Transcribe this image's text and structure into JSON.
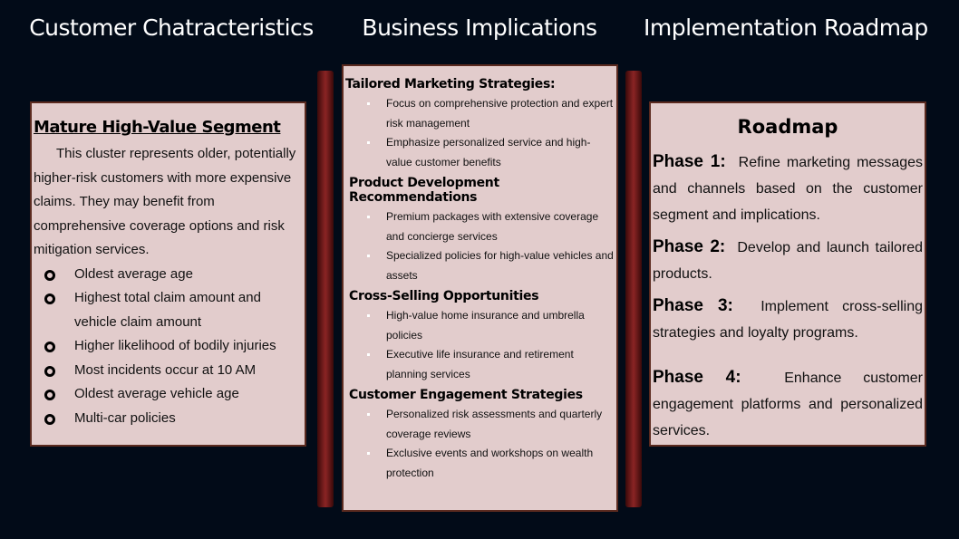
{
  "headings": {
    "col1": "Customer Chatracteristics",
    "col2": "Business Implications",
    "col3": "Implementation Roadmap"
  },
  "segment": {
    "title": "Mature High-Value Segment",
    "description": "This cluster represents older, potentially higher-risk customers with more expensive claims. They may benefit from comprehensive coverage options and risk mitigation services.",
    "bullets": [
      "Oldest average age",
      "Highest total claim amount and vehicle claim amount",
      "Higher likelihood of bodily injuries",
      "Most incidents occur at 10 AM",
      "Oldest average vehicle age",
      "Multi-car policies"
    ]
  },
  "implications": [
    {
      "heading": "Tailored Marketing Strategies:",
      "items": [
        "Focus on comprehensive protection and expert risk management",
        "Emphasize personalized service and high-value customer benefits"
      ]
    },
    {
      "heading": "Product Development Recommendations",
      "items": [
        "Premium packages with extensive coverage and concierge services",
        "Specialized policies for high-value vehicles and assets"
      ]
    },
    {
      "heading": "Cross-Selling Opportunities",
      "items": [
        "High-value home insurance and umbrella policies",
        "Executive life insurance and retirement planning services"
      ]
    },
    {
      "heading": "Customer Engagement Strategies",
      "items": [
        "Personalized risk assessments and quarterly coverage reviews",
        "Exclusive events and workshops on wealth protection"
      ]
    }
  ],
  "roadmap": {
    "title": "Roadmap",
    "phases": [
      {
        "label": "Phase 1:",
        "text": "Refine marketing messages and channels based on the customer segment and implications."
      },
      {
        "label": "Phase 2:",
        "text": "Develop and launch tailored products."
      },
      {
        "label": "Phase 3:",
        "text": "Implement cross-selling strategies and loyalty programs."
      },
      {
        "label": "Phase 4:",
        "text": "Enhance customer engagement platforms and personalized services."
      }
    ]
  }
}
